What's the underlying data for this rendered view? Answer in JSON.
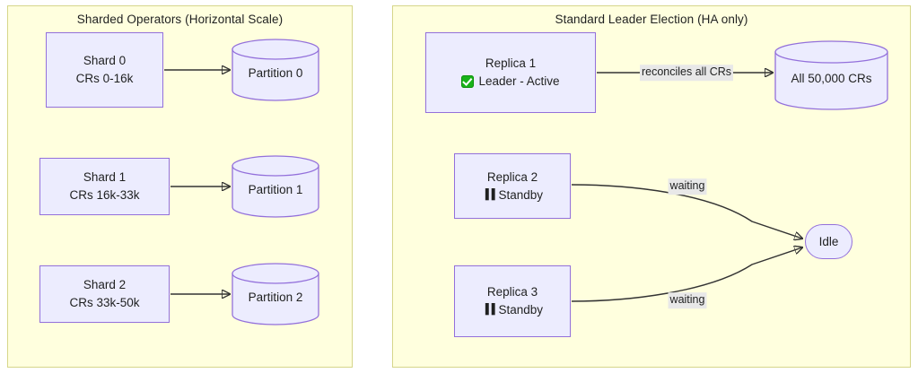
{
  "diagram": {
    "type": "flowchart",
    "panels": [
      {
        "id": "sharded",
        "title": "Sharded Operators (Horizontal Scale)",
        "bg_color": "#ffffde",
        "border_color": "#d6d68a"
      },
      {
        "id": "leader",
        "title": "Standard Leader Election (HA only)",
        "bg_color": "#ffffde",
        "border_color": "#d6d68a"
      }
    ],
    "node_style": {
      "fill": "#ececfe",
      "stroke": "#9370db",
      "text": "#1f2020",
      "edge_stroke": "#333333",
      "edge_label_bg": "#e8e8e8"
    },
    "sharded_rows": [
      {
        "shard_name": "Shard 0",
        "shard_range": "CRs 0-16k",
        "partition": "Partition 0"
      },
      {
        "shard_name": "Shard 1",
        "shard_range": "CRs 16k-33k",
        "partition": "Partition 1"
      },
      {
        "shard_name": "Shard 2",
        "shard_range": "CRs 33k-50k",
        "partition": "Partition 2"
      }
    ],
    "leader_nodes": {
      "replica1_name": "Replica 1",
      "replica1_status": "Leader - Active",
      "replica1_status_icon": "check-mark-emoji",
      "replica2_name": "Replica 2",
      "replica2_status": "Standby",
      "replica2_status_icon": "pause-icon",
      "replica3_name": "Replica 3",
      "replica3_status": "Standby",
      "replica3_status_icon": "pause-icon",
      "database_label": "All 50,000 CRs",
      "idle_label": "Idle"
    },
    "leader_edges": {
      "reconciles": "reconciles all CRs",
      "waiting_2": "waiting",
      "waiting_3": "waiting"
    }
  }
}
